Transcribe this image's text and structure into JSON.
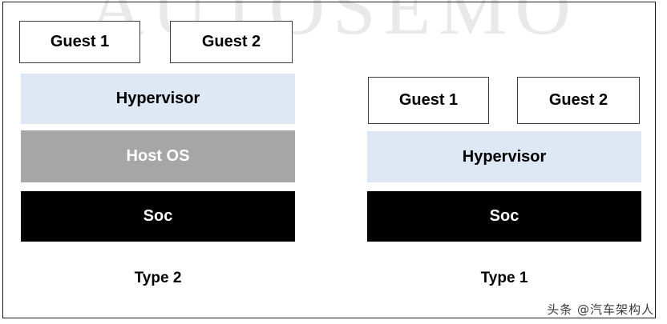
{
  "watermarks": {
    "top_text": "AUTOSEMO",
    "bottom_text": "头条 @汽车架构人"
  },
  "colors": {
    "hypervisor": "#dde8f4",
    "host_os": "#a6a6a6",
    "soc": "#000000",
    "guest_border": "#3d3d3d",
    "frame_border": "#1a1a1a",
    "watermark_top": "#e9e9e9"
  },
  "diagrams": [
    {
      "id": "type-2",
      "caption": "Type 2",
      "guests": [
        {
          "label": "Guest 1"
        },
        {
          "label": "Guest 2"
        }
      ],
      "layers": [
        {
          "name": "hypervisor",
          "label": "Hypervisor"
        },
        {
          "name": "host-os",
          "label": "Host OS"
        },
        {
          "name": "soc",
          "label": "Soc"
        }
      ]
    },
    {
      "id": "type-1",
      "caption": "Type 1",
      "guests": [
        {
          "label": "Guest 1"
        },
        {
          "label": "Guest 2"
        }
      ],
      "layers": [
        {
          "name": "hypervisor",
          "label": "Hypervisor"
        },
        {
          "name": "soc",
          "label": "Soc"
        }
      ]
    }
  ]
}
